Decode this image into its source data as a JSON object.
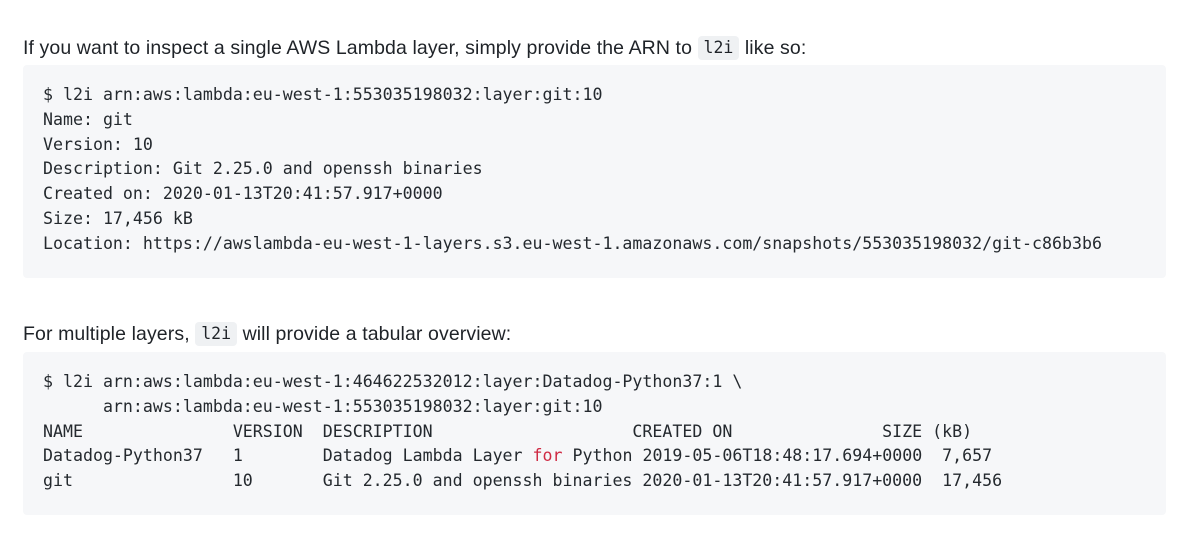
{
  "document": {
    "paragraph_1": {
      "text_before": "If you want to inspect a single AWS Lambda layer, simply provide the ARN to ",
      "inline_code": "l2i",
      "text_after": " like so:"
    },
    "paragraph_2": {
      "text_before": "For multiple layers, ",
      "inline_code": "l2i",
      "text_after": " will provide a tabular overview:"
    },
    "code_block_1": {
      "lines": [
        "$ l2i arn:aws:lambda:eu-west-1:553035198032:layer:git:10",
        "Name: git",
        "Version: 10",
        "Description: Git 2.25.0 and openssh binaries",
        "Created on: 2020-01-13T20:41:57.917+0000",
        "Size: 17,456 kB",
        "Location: https://awslambda-eu-west-1-layers.s3.eu-west-1.amazonaws.com/snapshots/553035198032/git-c86b3b6"
      ],
      "command": "$ l2i arn:aws:lambda:eu-west-1:553035198032:layer:git:10",
      "fields": {
        "name": "git",
        "version": "10",
        "description": "Git 2.25.0 and openssh binaries",
        "created_on": "2020-01-13T20:41:57.917+0000",
        "size": "17,456 kB",
        "location": "https://awslambda-eu-west-1-layers.s3.eu-west-1.amazonaws.com/snapshots/553035198032/git-c86b3b6"
      }
    },
    "code_block_2": {
      "command_line_1": "$ l2i arn:aws:lambda:eu-west-1:464622532012:layer:Datadog-Python37:1 \\",
      "command_line_2": "      arn:aws:lambda:eu-west-1:553035198032:layer:git:10",
      "table": {
        "header": "NAME               VERSION  DESCRIPTION                    CREATED ON               SIZE (kB)",
        "columns": [
          "NAME",
          "VERSION",
          "DESCRIPTION",
          "CREATED ON",
          "SIZE (kB)"
        ],
        "rows": [
          {
            "name": "Datadog-Python37",
            "version": "1",
            "description_pre": "Datadog Lambda Layer ",
            "description_keyword": "for",
            "description_post": " Python",
            "created_on": "2019-05-06T18:48:17.694+0000",
            "size": "7,657",
            "line_prefix": "Datadog-Python37   1        Datadog Lambda Layer ",
            "line_middle": " Python ",
            "line_suffix": "2019-05-06T18:48:17.694+0000  7,657"
          },
          {
            "name": "git",
            "version": "10",
            "description": "Git 2.25.0 and openssh binaries",
            "created_on": "2020-01-13T20:41:57.917+0000",
            "size": "17,456",
            "full_line": "git                10       Git 2.25.0 and openssh binaries 2020-01-13T20:41:57.917+0000  17,456"
          }
        ]
      }
    }
  },
  "colors": {
    "page_background": "#ffffff",
    "code_block_background": "#f6f7f9",
    "inline_code_background": "#eff1f3",
    "text": "#1f2328",
    "code_text": "#24292e",
    "keyword_red": "#cf2b44"
  }
}
